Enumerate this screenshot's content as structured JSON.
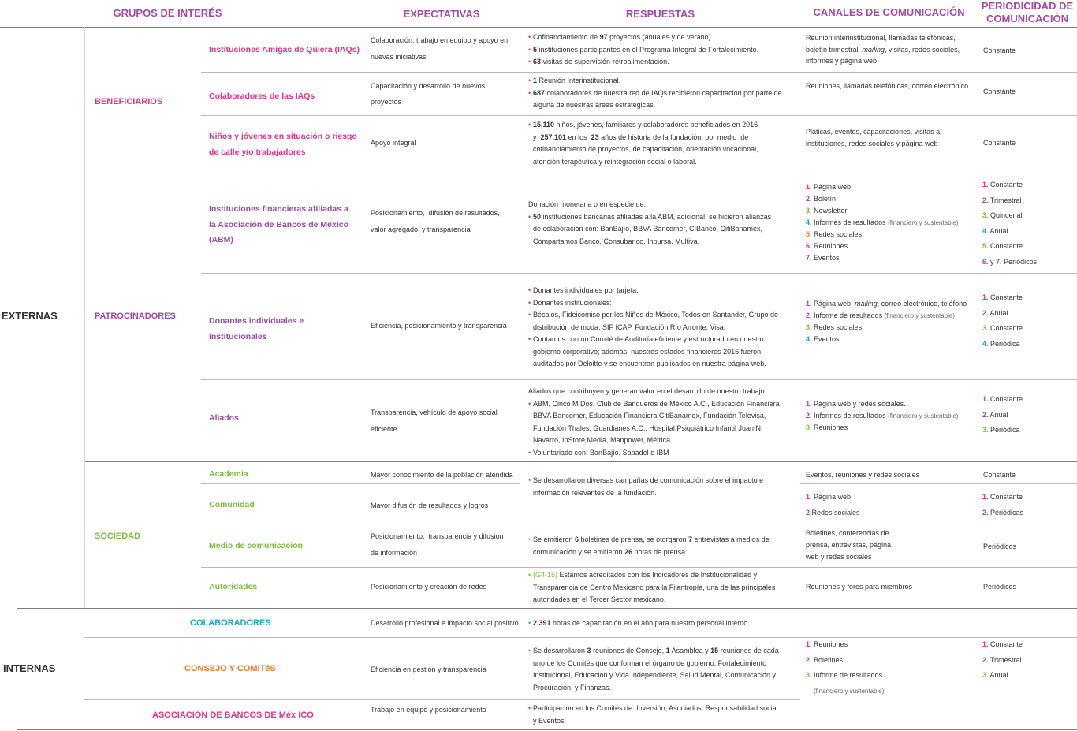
{
  "headers": {
    "grupos": "GRUPOS DE INTERÉS",
    "expectativas": "EXPECTATIVAS",
    "respuestas": "RESPUESTAS",
    "canales": "CANALES DE COMUNICACIÓN",
    "periodicidad_1": "PERIODICIDAD DE",
    "periodicidad_2": "COMUNICACIÓN"
  },
  "sections": {
    "externas": "EXTERNAS",
    "internas": "INTERNAS"
  },
  "categories": {
    "beneficiarios": "BENEFICIARIOS",
    "patrocinadores": "PATROCINADORES",
    "sociedad": "SOCIEDAD",
    "colaboradores": "COLABORADORES",
    "consejo": "CONSEJO Y COMITéS",
    "abm": "ASOCIACIÓN DE BANCOS DE Méx ICO"
  },
  "rows": {
    "iaqs": {
      "group": "Instituciones Amigas de Quiera (IAQs)",
      "exp": [
        "Colaboración, trabajo en equipo y apoyo en",
        "nuevas iniciativas"
      ],
      "resp": [
        [
          "Cofinanciamiento de ",
          "97",
          " proyectos (anuales y de verano)."
        ],
        [
          "",
          "5",
          " instituciones participantes en el Programa Integral de Fortalecimiento."
        ],
        [
          "",
          "63",
          " visitas de supervisión-retroalimentación."
        ]
      ],
      "canal": [
        "Reunión interinstitucional, llamadas telefónicas,",
        "boletín trimestral, ",
        "mailing",
        ", visitas, redes sociales,",
        "informes y página web"
      ],
      "per": "Constante"
    },
    "colab_iaqs": {
      "group": "Colaboradores de las IAQs",
      "exp": [
        "Capacitación y desarrollo de nuevos",
        "proyectos"
      ],
      "resp": [
        [
          "",
          "1",
          " Reunión Interinstitucional."
        ],
        [
          "",
          "687",
          " colaboradores de nuestra red de IAQs recibieron capacitación por parte de"
        ],
        [
          "alguna de nuestras áreas estratégicas."
        ]
      ],
      "canal": [
        "Reuniones, llamadas telefónicas, correo electrónico"
      ],
      "per": "Constante"
    },
    "ninos": {
      "group": [
        "Niños y jóvenes en situación o riesgo",
        "de calle y/o trabajadores"
      ],
      "exp": [
        "Apoyo integral"
      ],
      "resp": [
        [
          "",
          "15,110",
          " niños, jóvenes, familiares y colaboradores beneficiados en 2016"
        ],
        [
          "y  ",
          "257,101",
          " en los  ",
          "23",
          " años de historia de la fundación, por medio  de"
        ],
        [
          "cofinanciamiento de proyectos, de capacitación, orientación vocacional,"
        ],
        [
          "atención terapéutica y reintegración social o laboral."
        ]
      ],
      "canal": [
        "Pláticas, eventos, capacitaciones, visitas a",
        "instituciones, redes sociales y página web"
      ],
      "per": "Constante"
    },
    "abm_fin": {
      "group": [
        "Instituciones financieras afiliadas a",
        "la Asociación de Bancos de México",
        "(ABM)"
      ],
      "exp": [
        "Posicionamiento,  difusión de resultados,",
        "valor agregado  y transparencia"
      ],
      "resp_intro": "Donación monetaria o en especie de:",
      "resp": [
        [
          "",
          "50",
          " instituciones bancarias afiliadas a la ABM, adicional, se hicieron alianzas"
        ],
        [
          "de colaboración con: BanBajío, BBVA Bancomer, CIBanco, CitiBanamex,"
        ],
        [
          "Compartamos Banco, Consubanco, Inbursa, Multiva."
        ]
      ],
      "canal": [
        "Página web",
        "Boletín",
        "Newsletter",
        "Informes de resultados",
        "(financiero y sustentable)",
        "Redes sociales",
        "Reuniones",
        "Eventos"
      ],
      "per": [
        "Constante",
        "Trimestral",
        "Quincenal",
        "Anual",
        "Constante",
        "y ",
        "Periódicos"
      ]
    },
    "donantes": {
      "group": [
        "Donantes individuales e",
        "institucionales"
      ],
      "exp": [
        "Eficiencia, posicionamiento y transparencia"
      ],
      "resp": [
        "Donantes individuales por tarjeta.",
        "Donantes institucionales:",
        "Bécalos, Fideicomiso por los Niños de México, Todos en Santander, Grupo de",
        "distribución de moda, SIF ICAP, Fundación Río Arronte, Visa.",
        "Contamos con un Comité de Auditoría eficiente y estructurado en nuestro",
        "gobierno corporativo; además, nuestros estados financieros 2016 fueron",
        "auditados por Deloitte y se encuentran publicados en nuestra página web."
      ],
      "canal": [
        "Página web, ",
        "mailing",
        ", correo electrónico, teléfono",
        "Informe de resultados",
        "(financiero y sustentable)",
        "Redes sociales",
        "Eventos"
      ],
      "per": [
        "Constante",
        "Anual",
        "Constante",
        "Periódica"
      ]
    },
    "aliados": {
      "group": "Aliados",
      "exp": [
        "Transparencia, vehículo de apoyo social",
        "eficiente"
      ],
      "resp": [
        "Aliados que contribuyen y generan valor en el desarrollo de nuestro trabajo:",
        "ABM, Cinco M Dos, Club de Banqueros de México A.C., Educación Financiera",
        "BBVA Bancomer, Educación Financiera CitiBanamex, Fundación Televisa,",
        "Fundación Thales, Guardianes A.C., Hospital Psiquiátrico Infantil Juan N.",
        "Navarro, InStore Media, Manpower, Métrica.",
        "Voluntariado con: BanBajío, Sabadel e IBM"
      ],
      "canal": [
        "Página web y redes sociales.",
        "Informes de resultados",
        "(financiero y sustentable)",
        "Reuniones"
      ],
      "per": [
        "Constante",
        "Anual",
        "Periódica"
      ]
    },
    "academia": {
      "group": "Academia",
      "exp": [
        "Mayor conocimiento de la población atendida"
      ],
      "resp": [
        "Se desarrollaron diversas campañas de comunicación sobre el impacto e",
        "información relevantes de la fundación."
      ],
      "canal": [
        "Eventos, reuniones y redes sociales"
      ],
      "per": "Constante"
    },
    "comunidad": {
      "group": "Comunidad",
      "exp": [
        "Mayor difusión de  resultados y logros"
      ],
      "canal": [
        "Página web",
        "Redes sociales"
      ],
      "per": [
        "Constante",
        "Periódicas"
      ]
    },
    "medio": {
      "group": "Medio de comunicación",
      "exp": [
        "Posicionamiento,  transparencia y difusión",
        "de información"
      ],
      "resp": [
        [
          "Se emitieron ",
          "6",
          " boletines de prensa, se otorgaron ",
          "7",
          " entrevistas a medios de"
        ],
        [
          "comunicación y se emitieron ",
          "26",
          " notas de prensa."
        ]
      ],
      "canal": [
        "Boletines, conferencias de",
        "prensa, entrevistas, página",
        "web y redes sociales"
      ],
      "per": "Periódicos"
    },
    "autoridades": {
      "group": "Autoridades",
      "exp": [
        "Posicionamiento y  creación de redes"
      ],
      "resp_tag": "(G4-15)",
      "resp": [
        " Estamos acreditados con los Indicadores de Institucionalidad y",
        "Transparencia de Centro Mexicano para la Filantropía, una de las principales",
        "autoridades en el Tercer Sector mexicano."
      ],
      "canal": [
        "Reuniones y foros para miembros"
      ],
      "per": "Periódicos"
    },
    "colaboradores": {
      "exp": [
        "Desarrollo profesional e impacto social positivo"
      ],
      "resp": [
        "2,391",
        " horas de capacitación en el año para nuestro personal interno."
      ]
    },
    "consejo": {
      "exp": [
        "Eficiencia en gestión y transparencia"
      ],
      "resp": [
        [
          "Se desarrollaron ",
          "3",
          " reuniones de Consejo, ",
          "1",
          " Asamblea y ",
          "15",
          " reuniones de cada"
        ],
        [
          "uno de los Comités que conforman el órgano de gobierno: Fortalecimiento"
        ],
        [
          "Institucional, Educación y Vida Independiente, Salud Mental, Comunicación y"
        ],
        [
          "Procuración, y Finanzas."
        ]
      ]
    },
    "abm_int": {
      "exp": [
        "Trabajo en equipo y posicionamiento"
      ],
      "resp": [
        "Participación en los Comités de: Inversión, Asociados, Responsabilidad social",
        "y Eventos."
      ]
    },
    "internas_canal": [
      "Reuniones",
      "Boletines",
      "Informe de resultados",
      "(financiero y sustentable)"
    ],
    "internas_per": [
      "Constante",
      "Trimestral",
      "Anual"
    ]
  },
  "colors": {
    "header": "#a24ba8",
    "pink": "#e2338a",
    "purple": "#9d4aa6",
    "green": "#7dbb43",
    "cyan": "#1fa7c0",
    "orange": "#f07a25"
  }
}
